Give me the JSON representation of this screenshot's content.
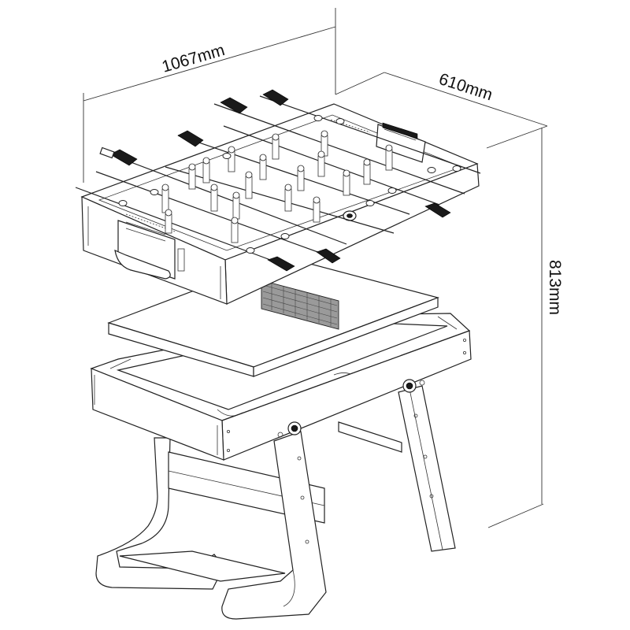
{
  "dimensions": {
    "length": "1067mm",
    "width": "610mm",
    "height": "813mm"
  },
  "colors": {
    "line": "#222222",
    "background": "#ffffff"
  }
}
